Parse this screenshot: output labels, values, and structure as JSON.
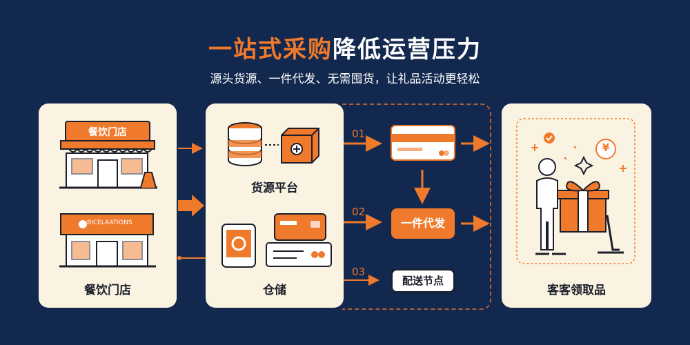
{
  "header": {
    "title_accent": "一站式采购",
    "title_rest": "降低运营压力",
    "subtitle": "源头货源、一件代发、无需囤货，让礼品活动更轻松"
  },
  "panels": {
    "left": {
      "store_sign_top": "餐饮门店",
      "store_sign_bottom": "BICELAATIONS",
      "label": "餐饮门店"
    },
    "middle": {
      "label_top": "货源平台",
      "label_bottom": "仓储"
    },
    "right": {
      "label": "客客领取品",
      "coin_symbol": "¥"
    }
  },
  "flow": {
    "step_1": "01",
    "step_2": "02",
    "step_3": "03",
    "node_dropship": "一件代发",
    "node_delivery": "配送节点"
  },
  "colors": {
    "accent": "#f07a2b",
    "background": "#13284e",
    "panel": "#fbf3e2",
    "ink": "#1b1f2a"
  }
}
